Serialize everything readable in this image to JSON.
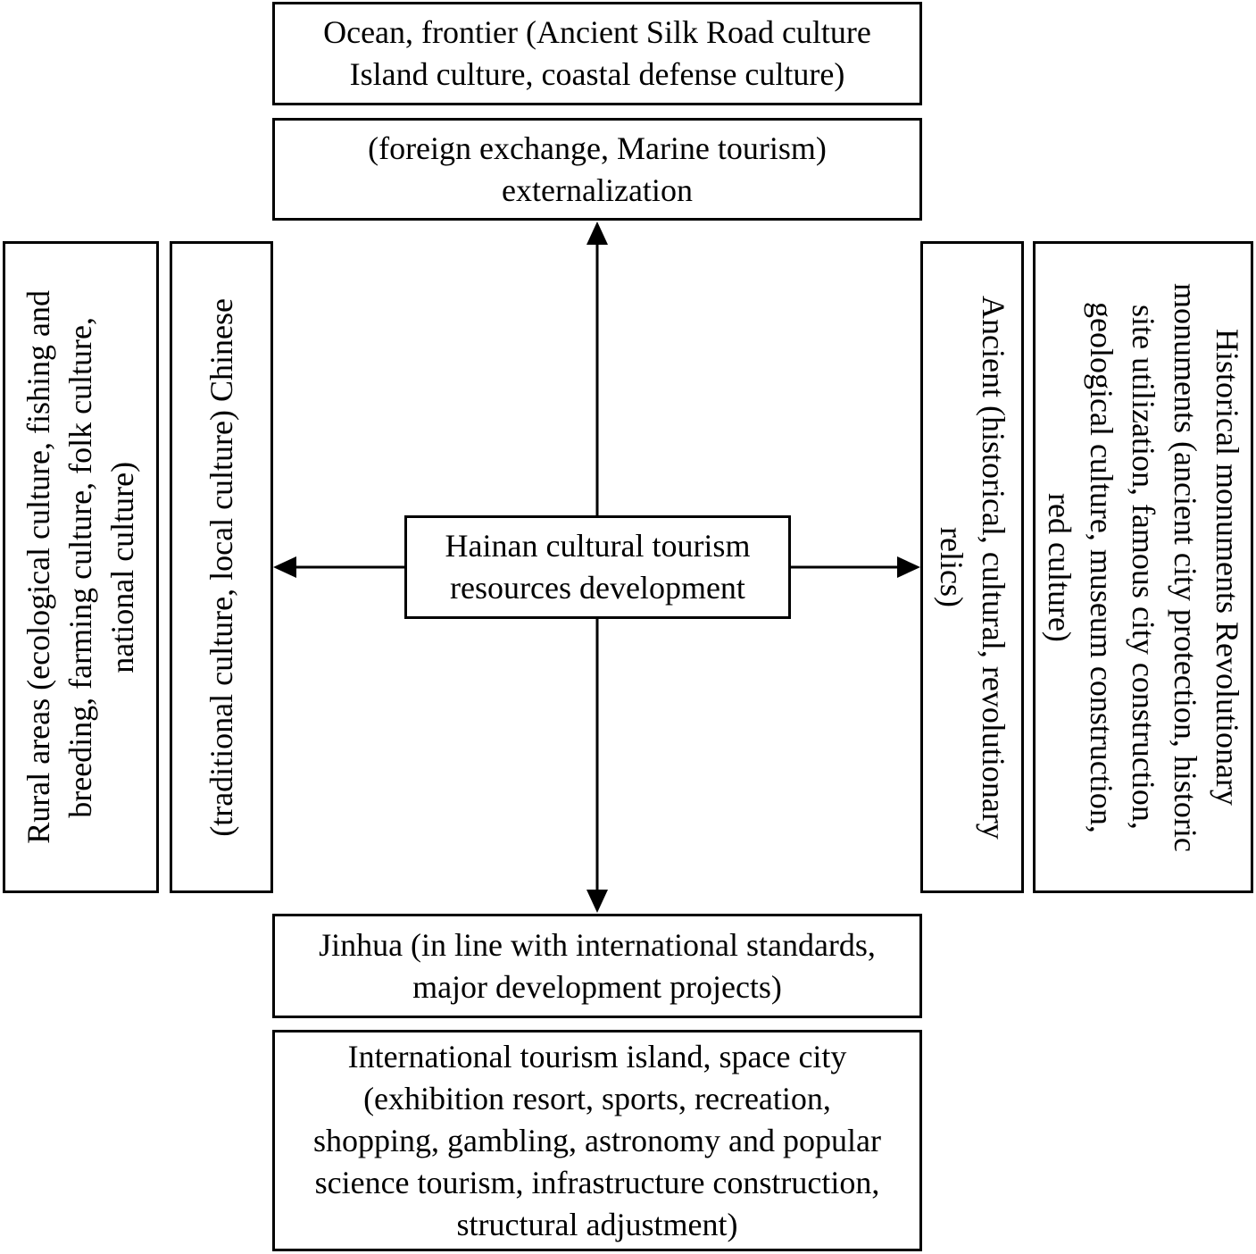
{
  "diagram": {
    "center": {
      "lines": [
        "Hainan cultural tourism",
        "resources development"
      ]
    },
    "top": {
      "outer_lines": [
        "Ocean, frontier (Ancient Silk Road culture",
        "Island culture, coastal defense culture)"
      ],
      "inner_lines": [
        "(foreign exchange, Marine tourism)",
        "externalization"
      ]
    },
    "bottom": {
      "inner_lines": [
        "Jinhua (in line with international standards,",
        "major development projects)"
      ],
      "outer_lines": [
        "International tourism island, space city",
        "(exhibition resort, sports, recreation,",
        "shopping, gambling, astronomy and popular",
        "science tourism, infrastructure construction,",
        "structural adjustment)"
      ]
    },
    "left": {
      "inner_lines": [
        "(traditional culture, local culture) Chinese"
      ],
      "outer_lines": [
        "Rural areas (ecological culture, fishing and",
        "breeding, farming culture, folk culture,",
        "national culture)"
      ]
    },
    "right": {
      "inner_lines": [
        "Ancient (historical, cultural, revolutionary",
        "relics)"
      ],
      "outer_lines": [
        "Historical monuments Revolutionary",
        "monuments (ancient city protection, historic",
        "site utilization, famous city construction,",
        "geological culture, museum construction,",
        "red culture)"
      ]
    }
  },
  "colors": {
    "stroke": "#000000",
    "background": "#ffffff"
  }
}
